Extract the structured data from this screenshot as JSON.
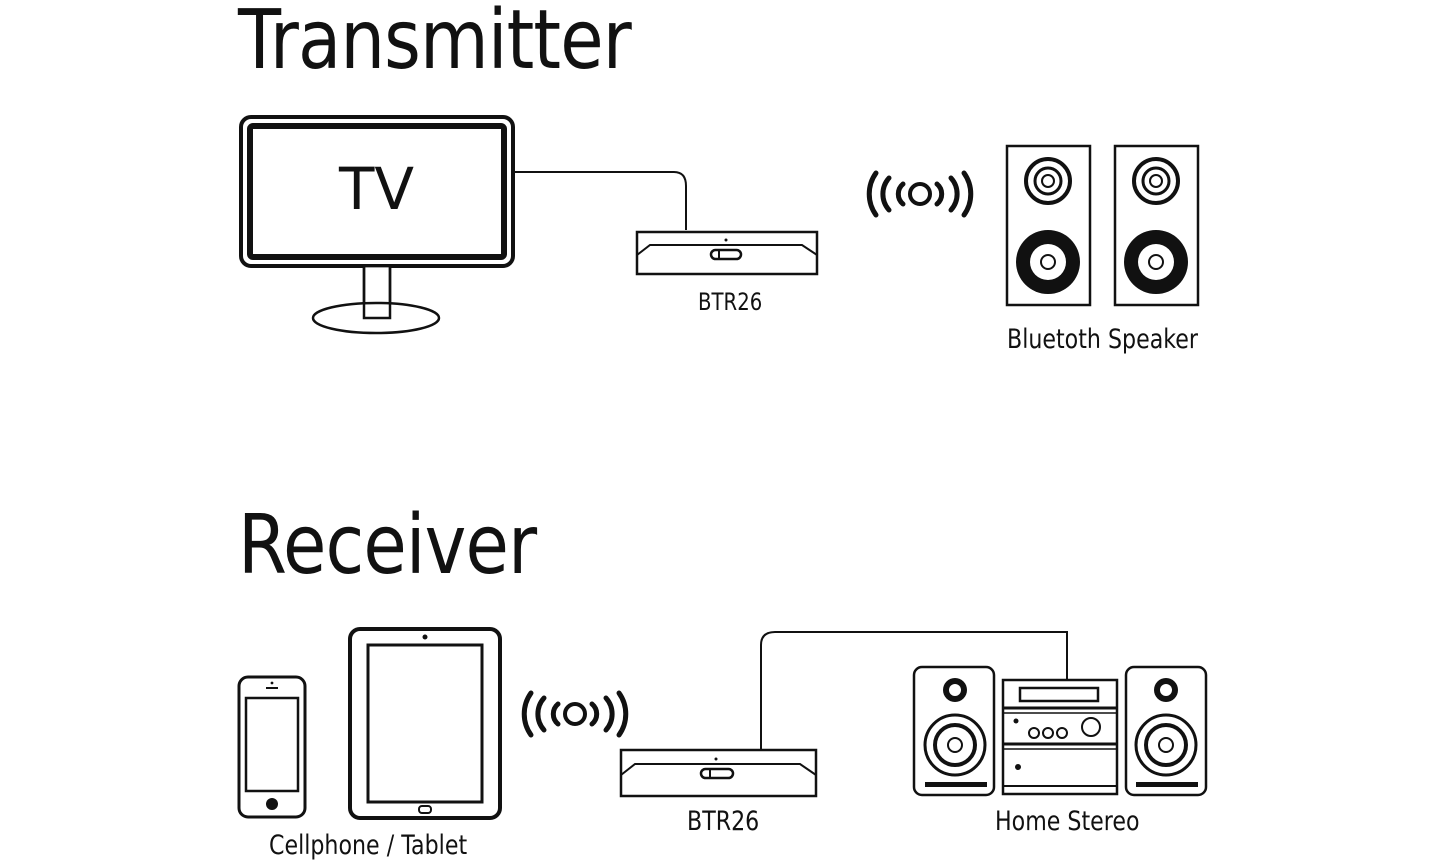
{
  "transmitter": {
    "heading": "Transmitter",
    "tv_label": "TV",
    "device_label": "BTR26",
    "speaker_label": "Bluetoth Speaker"
  },
  "receiver": {
    "heading": "Receiver",
    "source_label": "Cellphone / Tablet",
    "device_label": "BTR26",
    "stereo_label": "Home Stereo"
  },
  "colors": {
    "ink": "#111111",
    "background": "#ffffff"
  },
  "icons": [
    "tv-icon",
    "bluetooth-transmitter-icon",
    "wireless-signal-icon",
    "speaker-icon",
    "cellphone-icon",
    "tablet-icon",
    "home-stereo-icon"
  ]
}
